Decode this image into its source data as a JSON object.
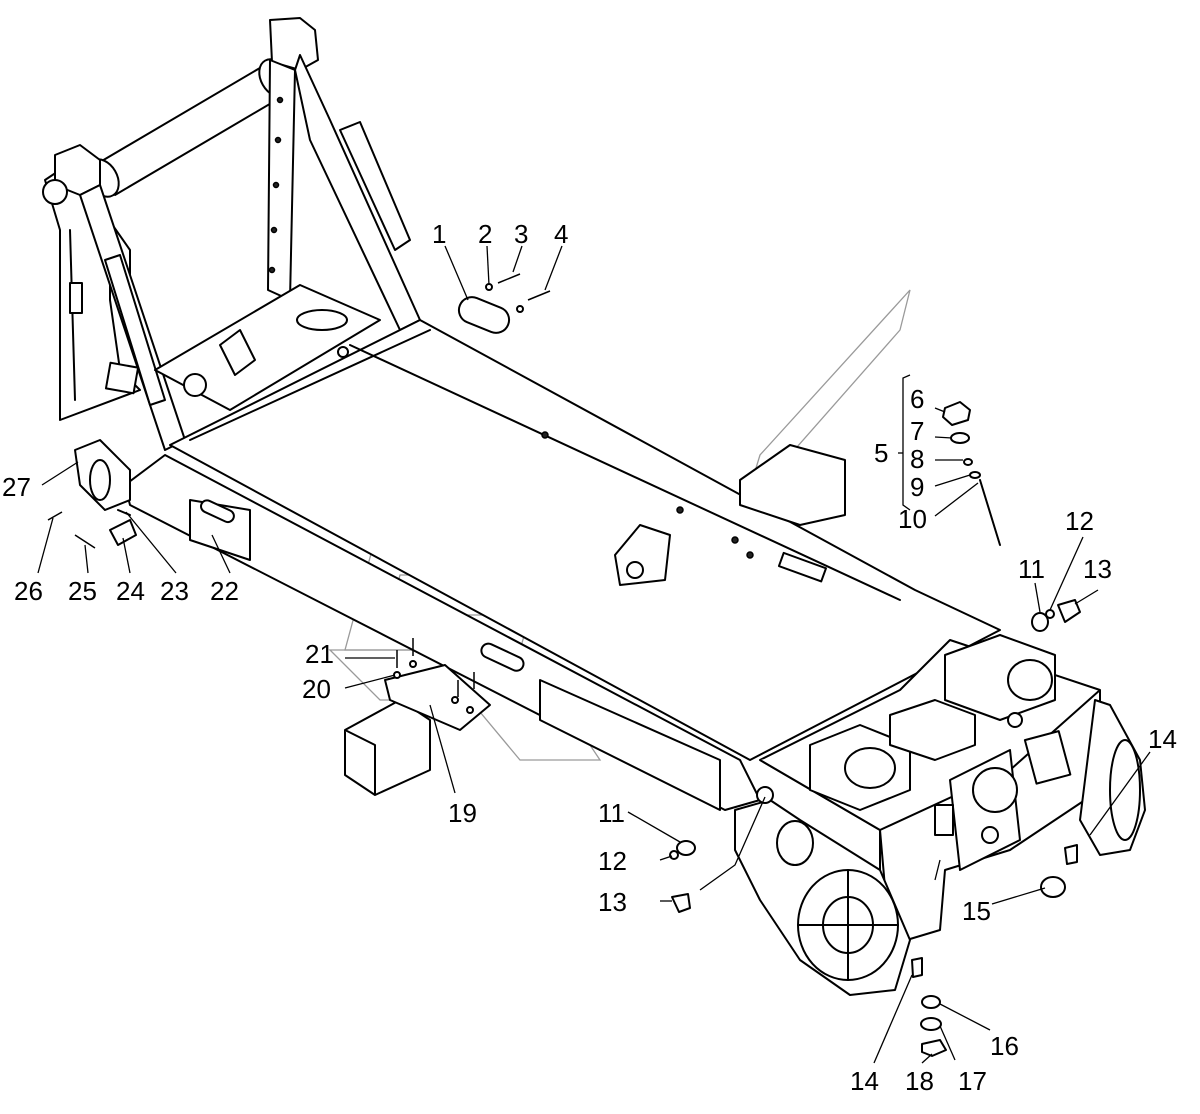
{
  "callouts": [
    {
      "id": "c1",
      "label": "1"
    },
    {
      "id": "c2",
      "label": "2"
    },
    {
      "id": "c3",
      "label": "3"
    },
    {
      "id": "c4",
      "label": "4"
    },
    {
      "id": "c5",
      "label": "5"
    },
    {
      "id": "c6",
      "label": "6"
    },
    {
      "id": "c7",
      "label": "7"
    },
    {
      "id": "c8",
      "label": "8"
    },
    {
      "id": "c9",
      "label": "9"
    },
    {
      "id": "c10",
      "label": "10"
    },
    {
      "id": "c11a",
      "label": "11"
    },
    {
      "id": "c12a",
      "label": "12"
    },
    {
      "id": "c13a",
      "label": "13"
    },
    {
      "id": "c14a",
      "label": "14"
    },
    {
      "id": "c11b",
      "label": "11"
    },
    {
      "id": "c12b",
      "label": "12"
    },
    {
      "id": "c13b",
      "label": "13"
    },
    {
      "id": "c14b",
      "label": "14"
    },
    {
      "id": "c15",
      "label": "15"
    },
    {
      "id": "c16",
      "label": "16"
    },
    {
      "id": "c17",
      "label": "17"
    },
    {
      "id": "c18",
      "label": "18"
    },
    {
      "id": "c19",
      "label": "19"
    },
    {
      "id": "c20",
      "label": "20"
    },
    {
      "id": "c21",
      "label": "21"
    },
    {
      "id": "c22",
      "label": "22"
    },
    {
      "id": "c23",
      "label": "23"
    },
    {
      "id": "c24",
      "label": "24"
    },
    {
      "id": "c25",
      "label": "25"
    },
    {
      "id": "c26",
      "label": "26"
    },
    {
      "id": "c27",
      "label": "27"
    }
  ]
}
